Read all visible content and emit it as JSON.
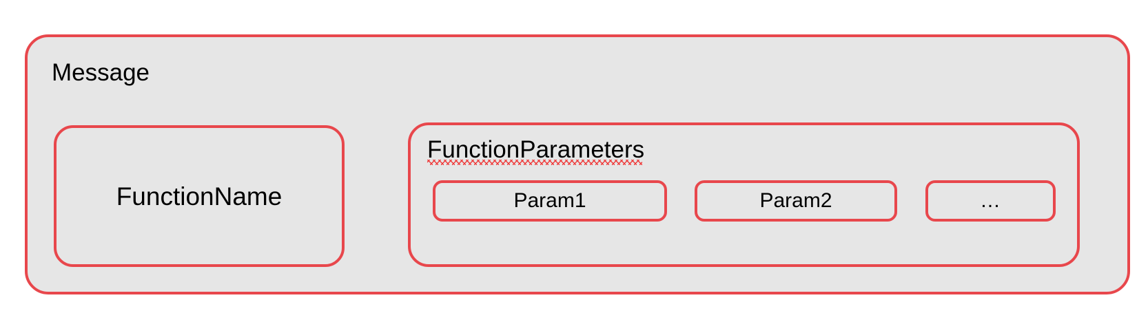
{
  "diagram": {
    "title": "Message",
    "style": {
      "border_color": "#e8474c",
      "fill_color": "#e6e6e6",
      "text_color": "#000000",
      "background_color": "#ffffff",
      "spellcheck_underline_color": "#ef3b3b"
    },
    "message_box": {
      "label": "Message"
    },
    "function_name_box": {
      "label": "FunctionName"
    },
    "function_parameters_box": {
      "label": "FunctionParameters",
      "label_has_spellcheck_underline": true,
      "params": [
        {
          "label": "Param1"
        },
        {
          "label": "Param2"
        },
        {
          "label": "…"
        }
      ]
    }
  }
}
